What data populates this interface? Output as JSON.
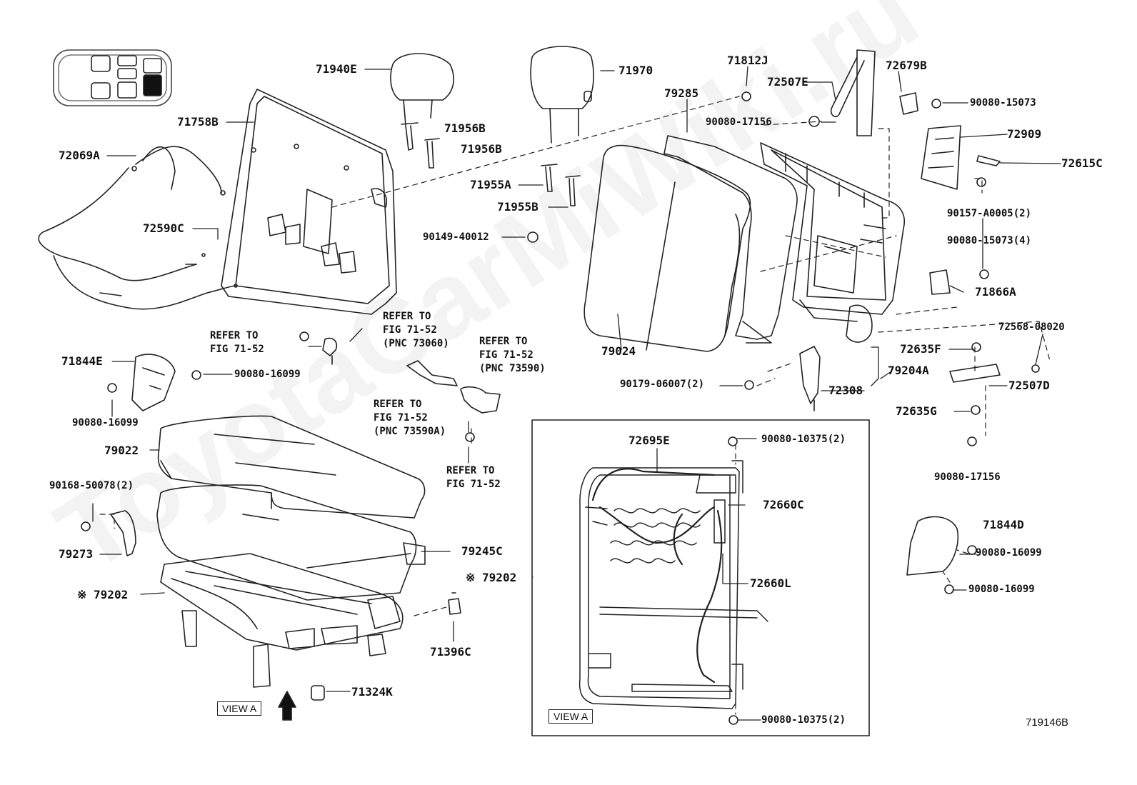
{
  "watermark": "ToyotaCarMiWiki.ru",
  "figure_code": "719146B",
  "view_labels": [
    "VIEW A",
    "VIEW A"
  ],
  "parts": {
    "p71940E": "71940E",
    "p71970": "71970",
    "p71812J": "71812J",
    "p72507E": "72507E",
    "p72679B": "72679B",
    "p90080_15073": "90080-15073",
    "p71758B": "71758B",
    "p71956B_1": "71956B",
    "p71956B_2": "71956B",
    "p79285": "79285",
    "p90080_17156_top": "90080-17156",
    "p72909": "72909",
    "p72069A": "72069A",
    "p72615C": "72615C",
    "p71955A": "71955A",
    "p71955B": "71955B",
    "p90157": "90157-A0005(2)",
    "p72590C": "72590C",
    "p90149": "90149-40012",
    "p90080_15073_4": "90080-15073(4)",
    "p71866A": "71866A",
    "p72568": "72568-08020",
    "p79024": "79024",
    "p72635F": "72635F",
    "p71844E": "71844E",
    "p90080_16099_a": "90080-16099",
    "p79204A": "79204A",
    "p90179": "90179-06007(2)",
    "p72308": "72308",
    "p72507D": "72507D",
    "p90080_16099_b": "90080-16099",
    "p72635G": "72635G",
    "p79022": "79022",
    "p72695E": "72695E",
    "p90080_10375_top": "90080-10375(2)",
    "p90080_17156_r": "90080-17156",
    "p90168": "90168-50078(2)",
    "p72660C": "72660C",
    "p71844D": "71844D",
    "p79273": "79273",
    "p79245C": "79245C",
    "p90080_16099_c": "90080-16099",
    "p79202_l": "※ 79202",
    "p79202_m": "※ 79202",
    "p72660L": "72660L",
    "p90080_16099_d": "90080-16099",
    "p71396C": "71396C",
    "p71324K": "71324K",
    "p90080_10375_bot": "90080-10375(2)"
  },
  "references": {
    "r1": "REFER TO\nFIG 71-52",
    "r2": "REFER TO\nFIG 71-52\n(PNC 73060)",
    "r3": "REFER TO\nFIG 71-52\n(PNC 73590)",
    "r4": "REFER TO\nFIG 71-52\n(PNC 73590A)",
    "r5": "REFER TO\nFIG 71-52"
  }
}
